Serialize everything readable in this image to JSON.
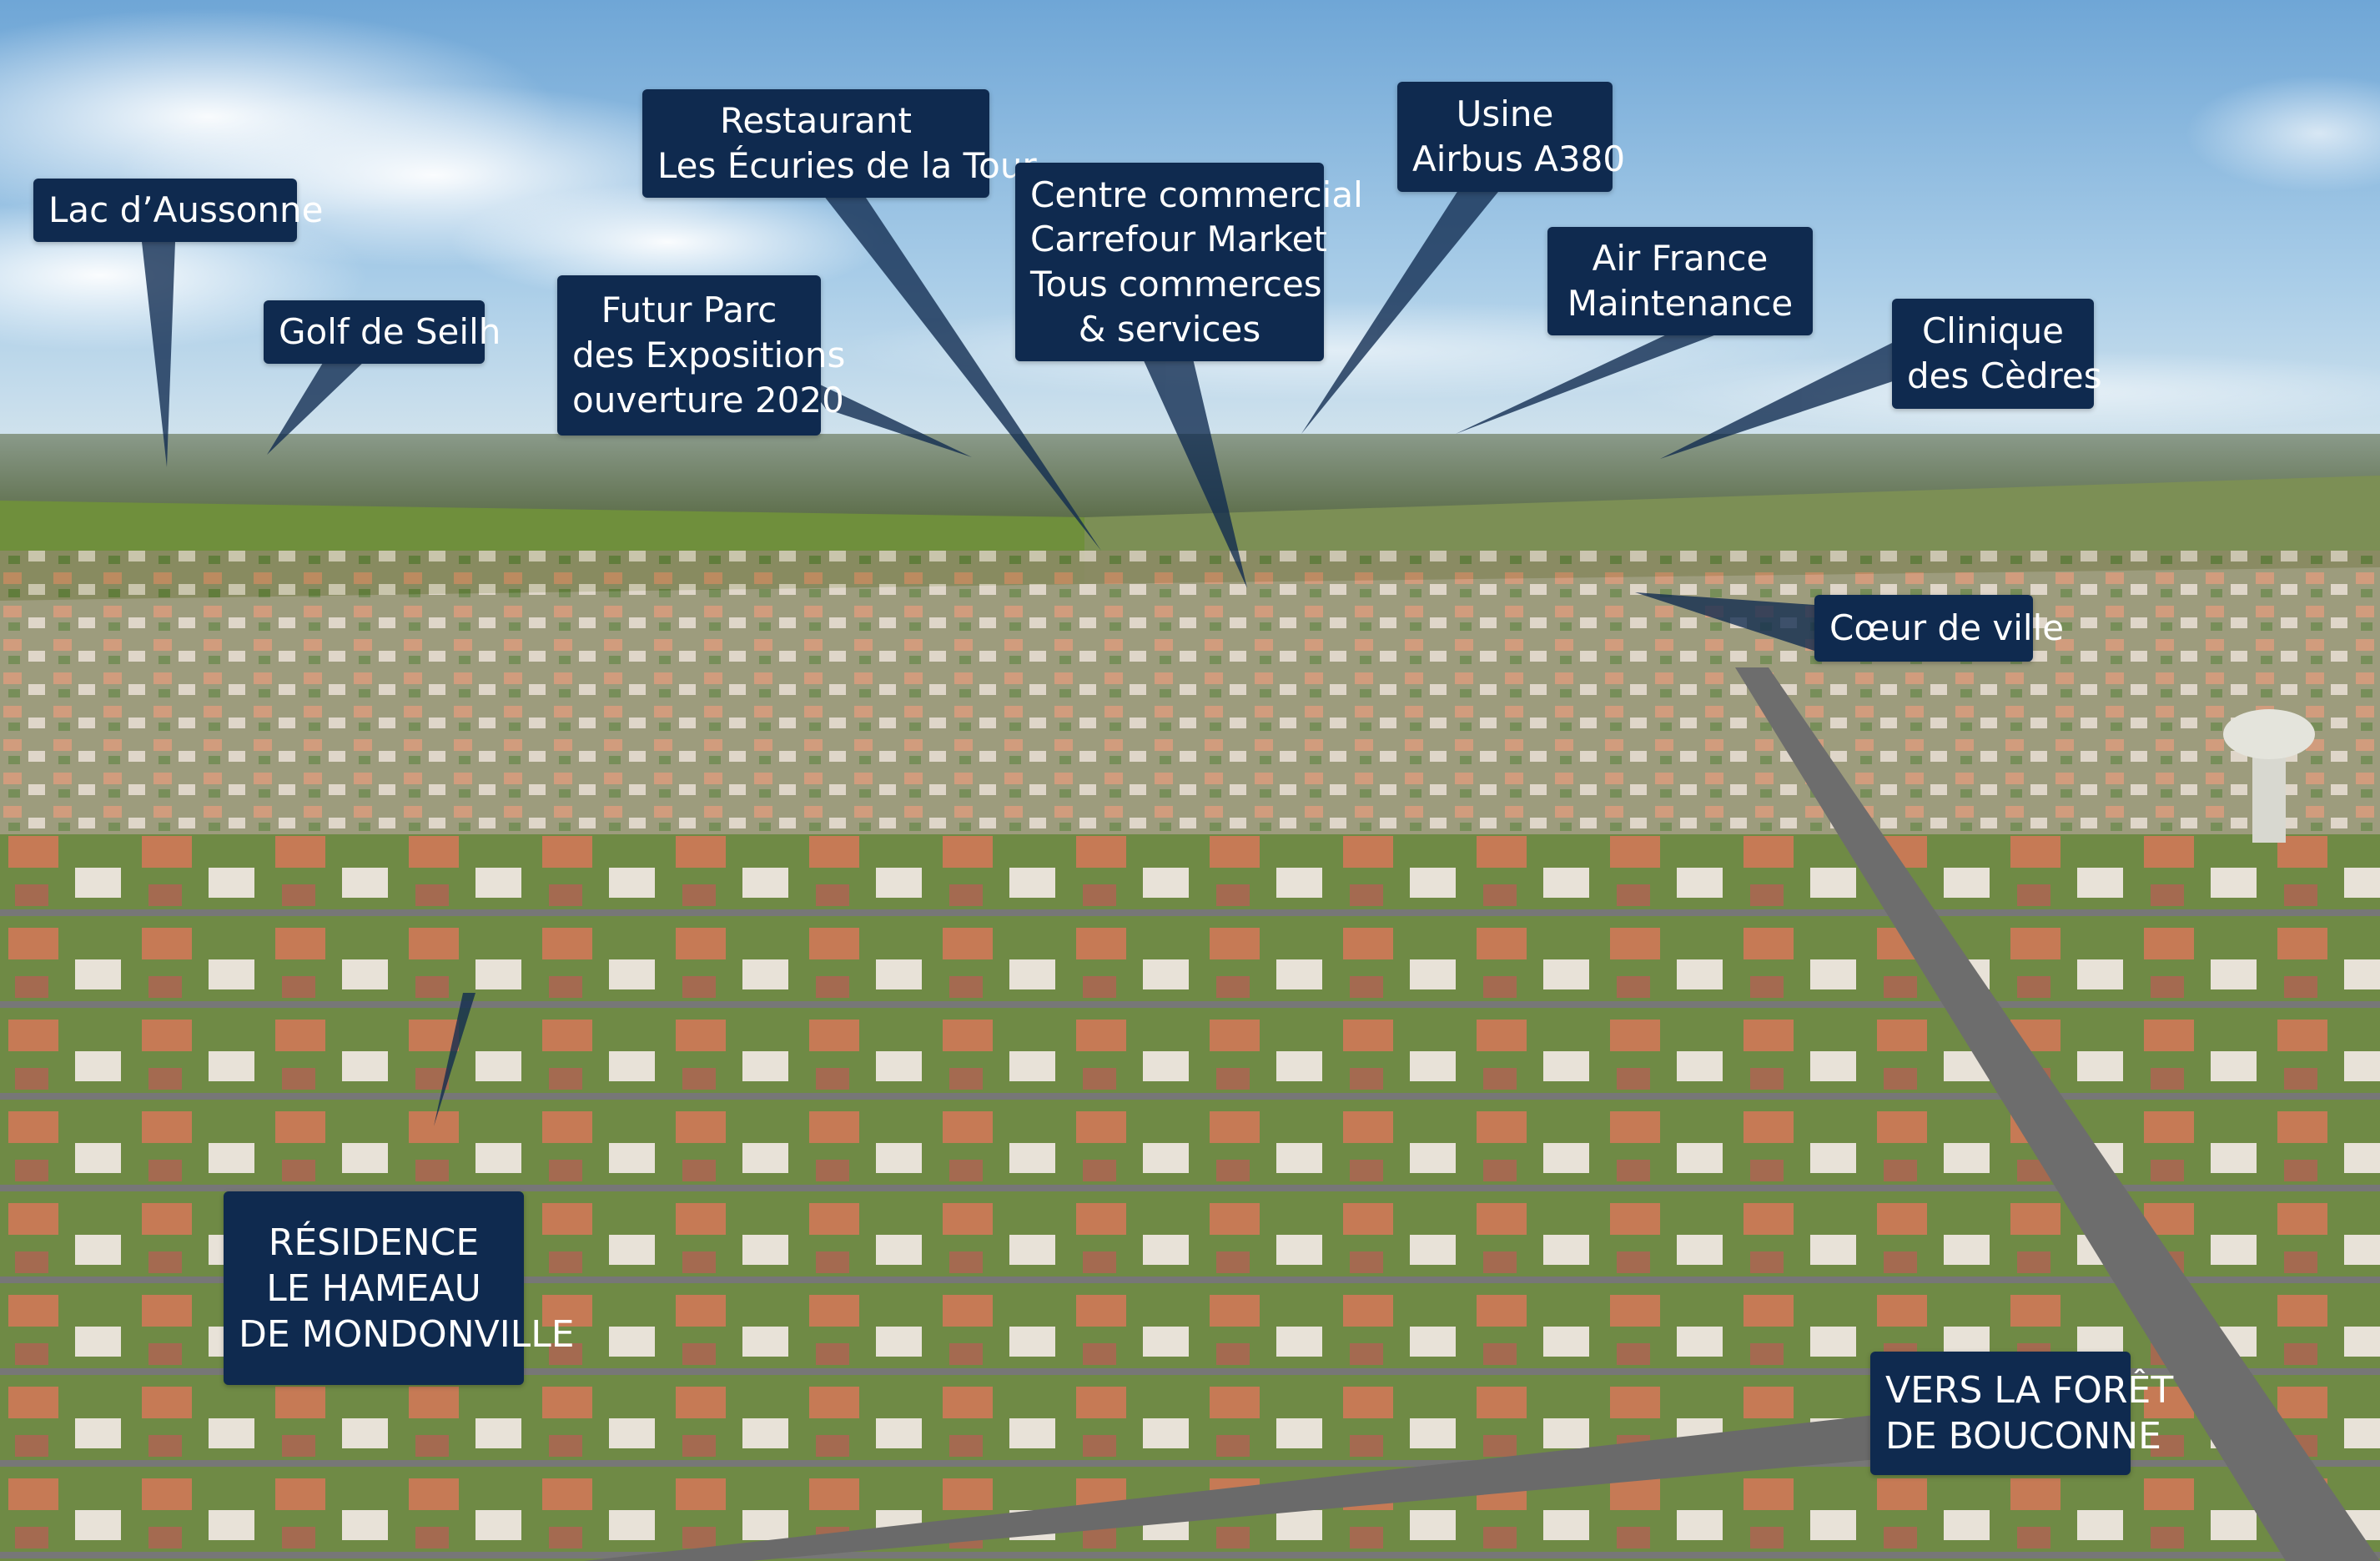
{
  "photo": {
    "description": "aerial-view-of-residential-town",
    "sky_color": "#9cc7e8",
    "fields_color": "#6f8f3c",
    "roof_color": "#c9835f"
  },
  "labels": {
    "lac": {
      "lines": [
        "Lac d’Aussonne"
      ]
    },
    "golf": {
      "lines": [
        "Golf de Seilh"
      ]
    },
    "parc": {
      "lines": [
        "Futur Parc",
        "des Expositions",
        "ouverture 2020"
      ]
    },
    "restaurant": {
      "lines": [
        "Restaurant",
        "Les Écuries de la Tour"
      ]
    },
    "centre": {
      "lines": [
        "Centre commercial",
        "Carrefour Market",
        "Tous commerces",
        "& services"
      ]
    },
    "usine": {
      "lines": [
        "Usine",
        "Airbus A380"
      ]
    },
    "airfrance": {
      "lines": [
        "Air France",
        "Maintenance"
      ]
    },
    "clinique": {
      "lines": [
        "Clinique",
        "des Cèdres"
      ]
    },
    "coeur": {
      "lines": [
        "Cœur de ville"
      ]
    },
    "residence": {
      "lines": [
        "RÉSIDENCE",
        "LE HAMEAU",
        "DE MONDONVILLE"
      ]
    },
    "foret": {
      "lines": [
        "VERS LA FORÊT",
        "DE BOUCONNE"
      ]
    }
  },
  "colors": {
    "label_bg": "#0f2a4f",
    "label_text": "#ffffff"
  }
}
